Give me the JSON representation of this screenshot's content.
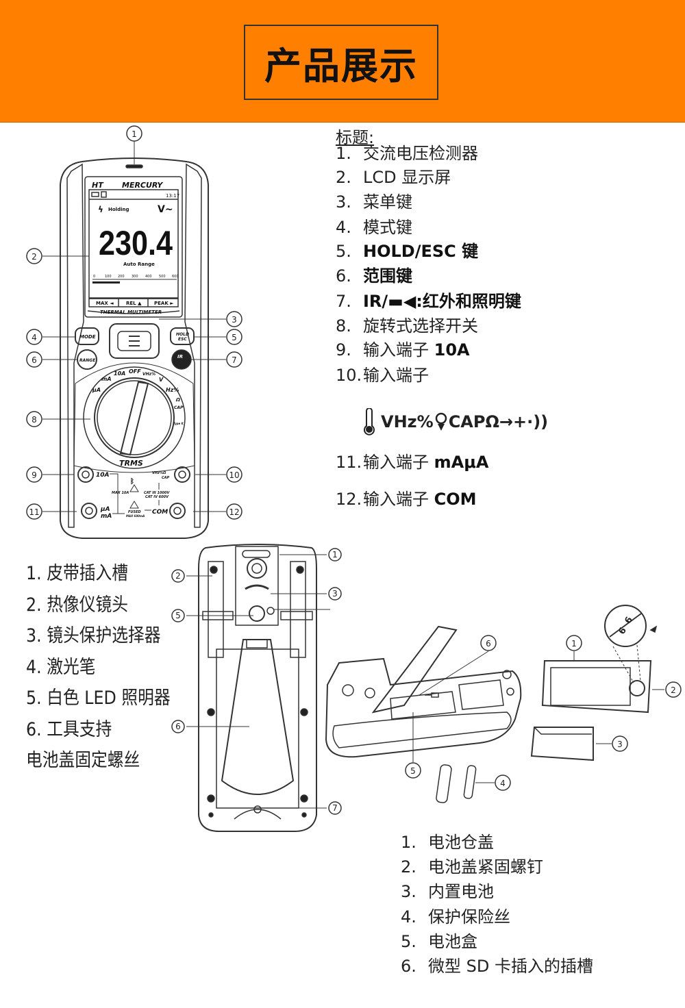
{
  "header": {
    "title": "产品展示",
    "color": "#ff8000"
  },
  "legend_front": {
    "heading": "标题:",
    "items": [
      {
        "num": "1.",
        "text": "交流电压检测器",
        "bold": ""
      },
      {
        "num": "2.",
        "text": "LCD 显示屏",
        "bold": ""
      },
      {
        "num": "3.",
        "text": "菜单键",
        "bold": ""
      },
      {
        "num": "4.",
        "text": "模式键",
        "bold": ""
      },
      {
        "num": "5.",
        "text": "",
        "bold": "HOLD/ESC 键"
      },
      {
        "num": "6.",
        "text": "",
        "bold": "范围键"
      },
      {
        "num": "7.",
        "text": "",
        "bold": "IR/▬◀:红外和照明键"
      },
      {
        "num": "8.",
        "text": "旋转式选择开关",
        "bold": ""
      },
      {
        "num": "9.",
        "text": "输入端子 ",
        "bold": "10A"
      },
      {
        "num": "10.",
        "text": "输入端子",
        "bold": ""
      },
      {
        "num": "11.",
        "text": "输入端子 ",
        "bold": "mAμA"
      },
      {
        "num": "12.",
        "text": "输入端子 ",
        "bold": "COM"
      }
    ],
    "symbols": "VHz%",
    "symbols2": "CAPΩ",
    "symbols3": "→+·))"
  },
  "legend_back": {
    "items": [
      "1. 皮带插入槽",
      "2. 热像仪镜头",
      "3. 镜头保护选择器",
      "4. 激光笔",
      "5. 白色 LED 照明器",
      "6. 工具支持",
      "电池盖固定螺丝"
    ]
  },
  "legend_battery": {
    "items": [
      {
        "num": "1.",
        "text": "电池仓盖"
      },
      {
        "num": "2.",
        "text": "电池盖紧固螺钉"
      },
      {
        "num": "3.",
        "text": "内置电池"
      },
      {
        "num": "4.",
        "text": "保护保险丝"
      },
      {
        "num": "5.",
        "text": "电池盒"
      },
      {
        "num": "6.",
        "text": "微型 SD 卡插入的插槽"
      }
    ]
  },
  "device": {
    "brand": "HT",
    "model": "MERCURY",
    "time": "13:17",
    "status": "Holding",
    "unit": "V~",
    "reading": "230.4",
    "range_mode": "Auto Range",
    "scale": [
      "0",
      "100",
      "200",
      "300",
      "400",
      "500",
      "600"
    ],
    "bargraph_fraction": 0.38,
    "softkeys": [
      "MAX ◄",
      "REL ▲",
      "PEAK ►"
    ],
    "caption": "THERMAL MULTIMETER",
    "buttons": {
      "mode": "MODE",
      "range": "RANGE",
      "hold1": "HOLD",
      "hold2": "ESC",
      "ir": "IR"
    },
    "dial": [
      "μA",
      "mA",
      "10A",
      "OFF",
      "VHz%",
      "V",
      "Hz%",
      "Ω",
      "CAP",
      "Type K"
    ],
    "trms": "TRMS",
    "terminals": {
      "t10a": "10A",
      "ua": "μA",
      "ma": "mA",
      "com": "COM",
      "vhz": "VHz%Ω",
      "cap": "CAP",
      "max10": "MAX 10A",
      "cat1": "CAT III 1000V",
      "cat2": "CAT IV 600V",
      "fused": "FUSED",
      "max600": "MAX 600mA"
    }
  },
  "callouts": {
    "front": [
      "1",
      "2",
      "3",
      "4",
      "5",
      "6",
      "7",
      "8",
      "9",
      "10",
      "11",
      "12"
    ],
    "back": [
      "1",
      "2",
      "3",
      "5",
      "6",
      "7"
    ],
    "battery": [
      "6",
      "1",
      "2",
      "3",
      "5",
      "4"
    ],
    "screw_digits": "6"
  }
}
